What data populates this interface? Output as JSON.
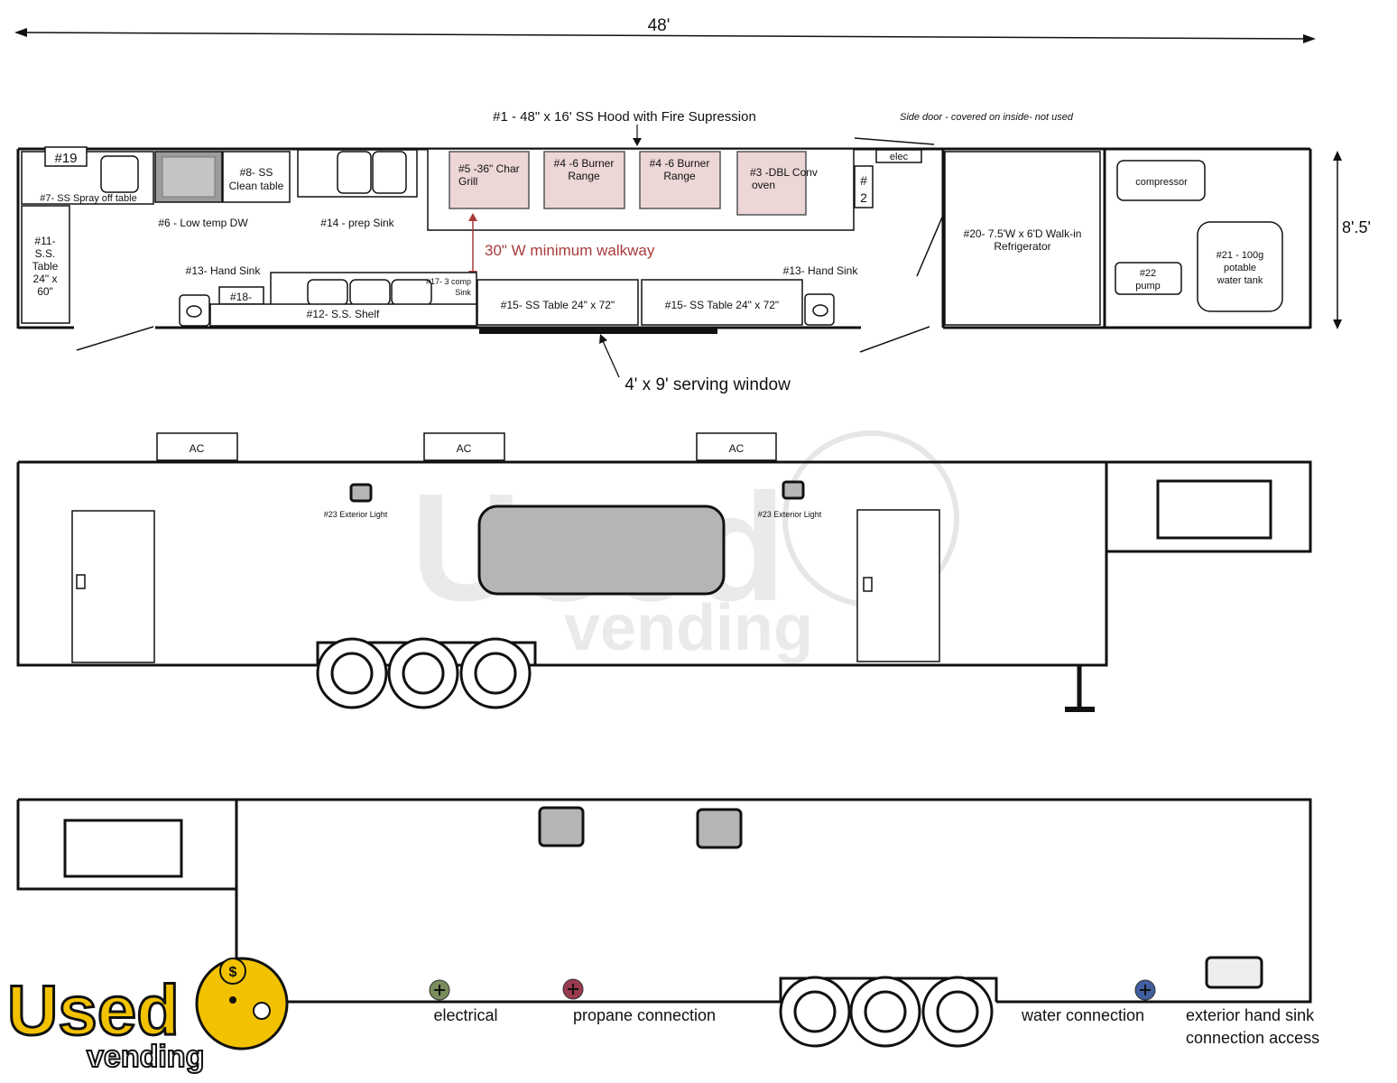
{
  "dimensions": {
    "length": "48'",
    "width": "8'.5'"
  },
  "floor_plan": {
    "hood": "#1 - 48\" x 16' SS Hood with Fire Supression",
    "side_door": "Side door - covered on inside- not used",
    "walkway": "30\" W minimum walkway",
    "serving_window": "4' x 9' serving window",
    "items": {
      "n19": "#19",
      "spray_table": "#7- SS Spray off table",
      "clean_table_1": "#8- SS",
      "clean_table_2": "Clean table",
      "low_temp_dw": "#6 - Low temp DW",
      "prep_sink": "#14 - prep Sink",
      "char_grill_1": "#5 -36\" Char",
      "char_grill_2": "Grill",
      "range_a_1": "#4 -6 Burner",
      "range_a_2": "Range",
      "range_b_1": "#4 -6 Burner",
      "range_b_2": "Range",
      "conv_oven_1": "#3 -DBL Conv",
      "conv_oven_2": "oven",
      "n2_a": "#",
      "n2_b": "2",
      "elec": "elec",
      "walkin_1": "#20- 7.5'W x 6'D Walk-in",
      "walkin_2": "Refrigerator",
      "compressor": "compressor",
      "pump_1": "#22",
      "pump_2": "pump",
      "tank_1": "#21 - 100g",
      "tank_2": "potable",
      "tank_3": "water tank",
      "ss_table_a_1": "#11-",
      "ss_table_a_2": "S.S.",
      "ss_table_a_3": "Table",
      "ss_table_a_4": "24\" x",
      "ss_table_a_5": "60\"",
      "hand_sink_left": "#13- Hand Sink",
      "hand_sink_right": "#13- Hand Sink",
      "n18": "#18-",
      "shelf": "#12- S.S. Shelf",
      "comp_sink_1": "#17- 3 comp",
      "comp_sink_2": "Sink",
      "table15_a": "#15- SS Table 24\" x 72\"",
      "table15_b": "#15- SS Table 24\" x 72\""
    }
  },
  "side_view": {
    "ac_labels": [
      "AC",
      "AC",
      "AC"
    ],
    "light_left": "#23 Exterior Light",
    "light_right": "#23 Exterior Light"
  },
  "rear_view": {
    "connections": {
      "electrical": "electrical",
      "propane": "propane connection",
      "water": "water connection",
      "hand_sink_1": "exterior hand sink",
      "hand_sink_2": "connection access"
    },
    "connection_colors": {
      "electrical": "#7a8c5a",
      "propane": "#9a3a4e",
      "water": "#3f5f9e"
    }
  },
  "branding": {
    "logo_line1": "Used",
    "logo_line2": "vending",
    "logo_color": "#f2c200"
  },
  "colors": {
    "walkway": "#a83a3a",
    "equipment_fill": "#ecd6d6"
  }
}
